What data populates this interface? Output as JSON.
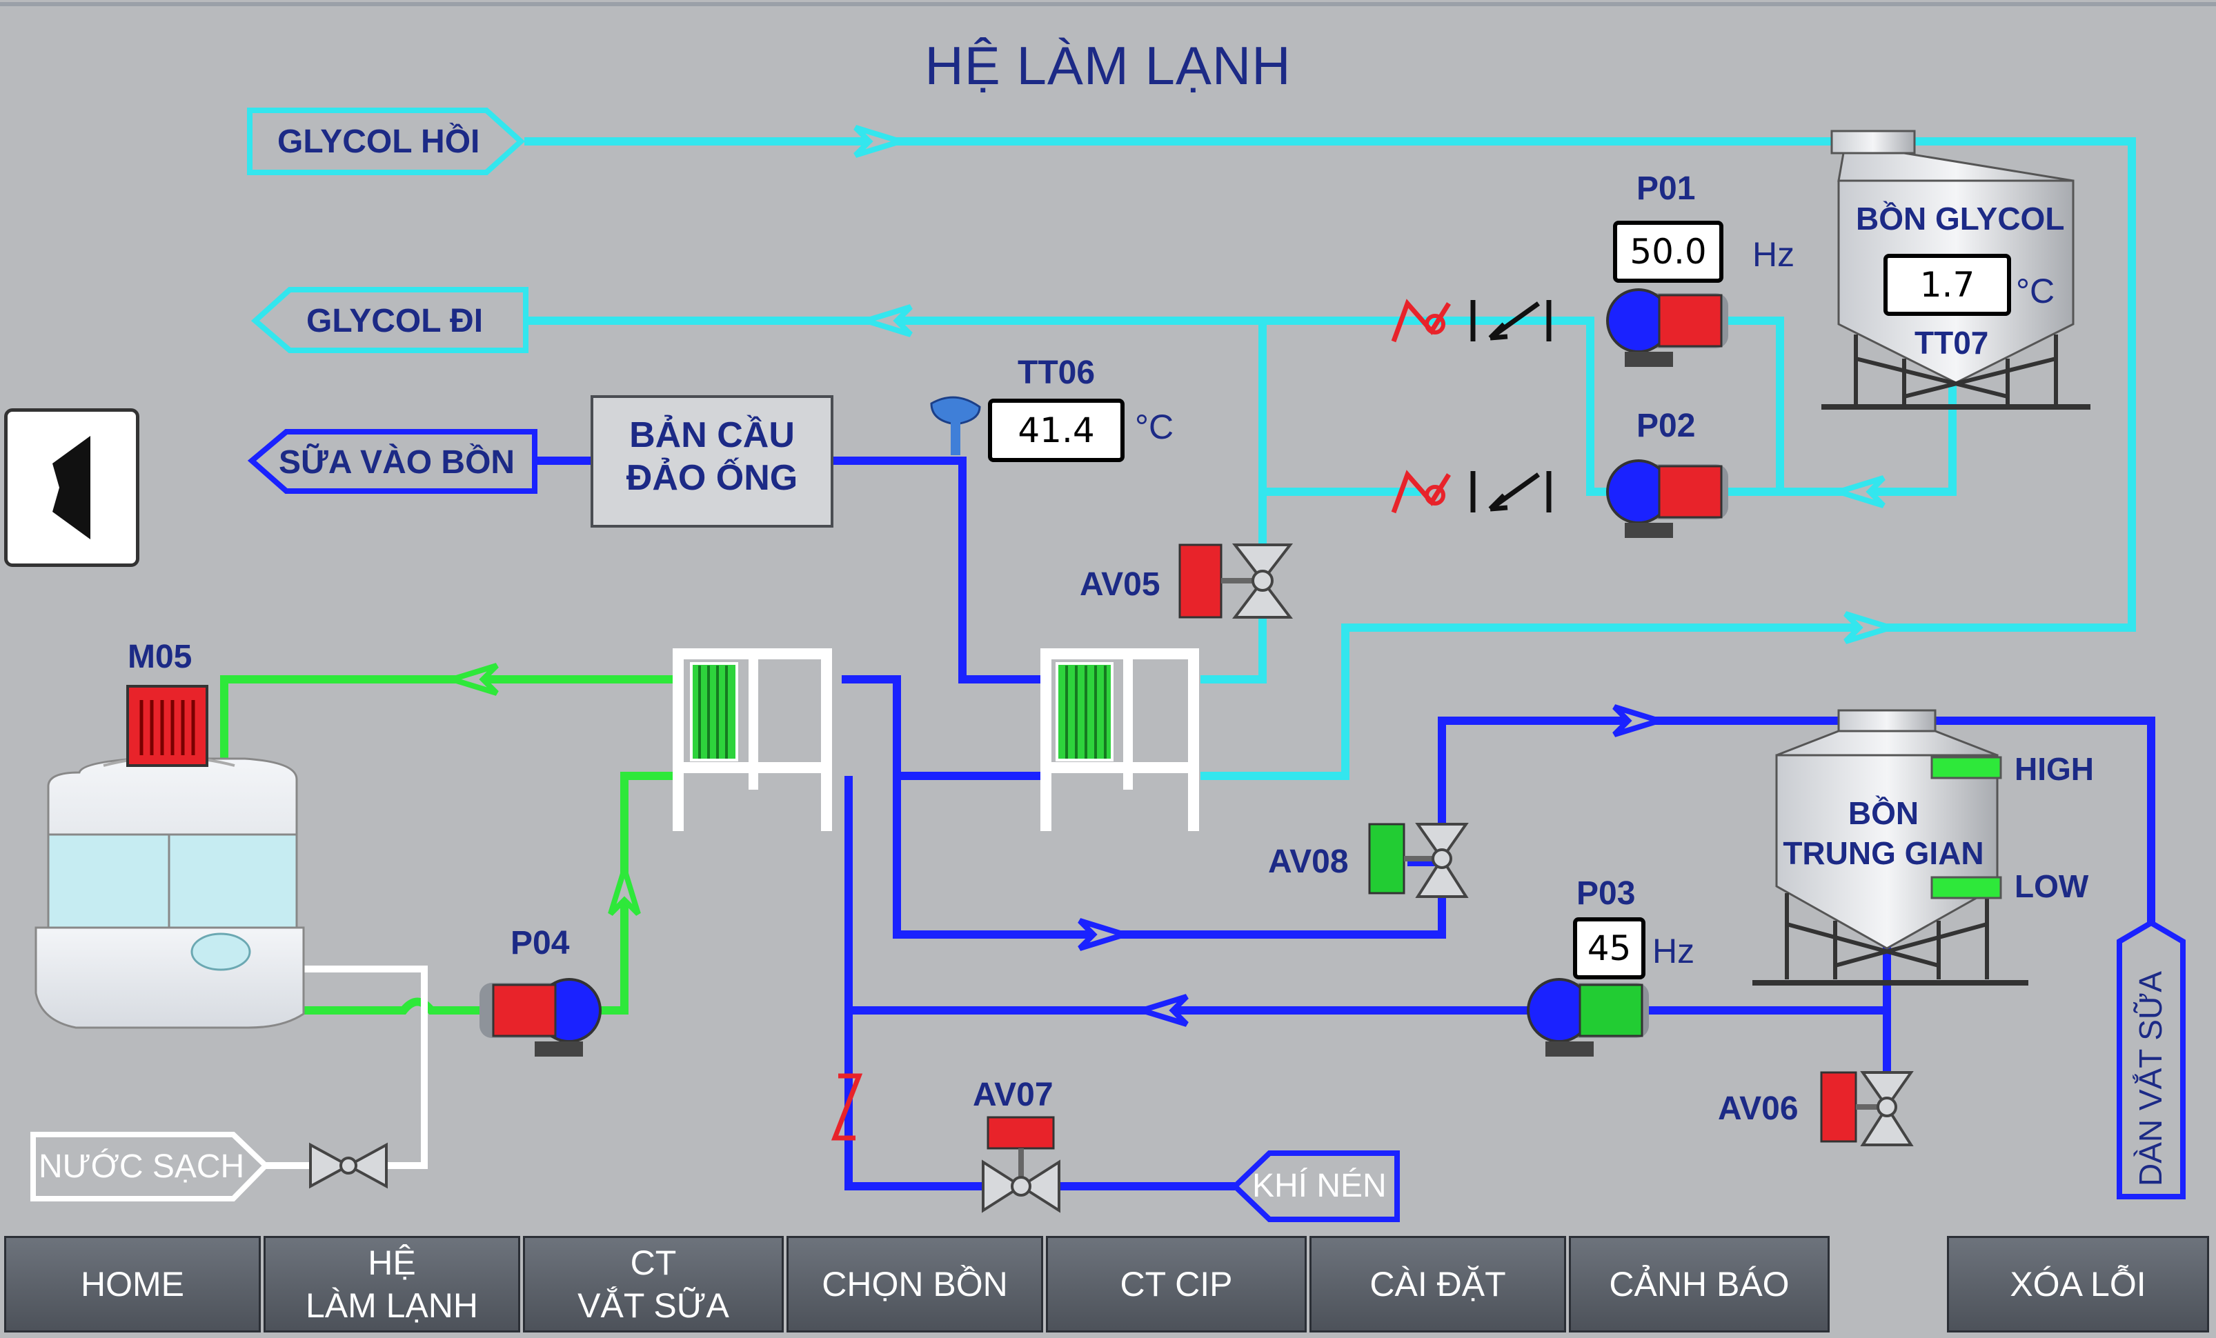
{
  "header": {
    "title": "HỆ LÀM LẠNH"
  },
  "flags": {
    "glycol_hoi": "GLYCOL HỒI",
    "glycol_di": "GLYCOL ĐI",
    "sua_vao_bon": "SỮA VÀO BỒN",
    "nuoc_sach": "NƯỚC SẠCH",
    "khi_nen": "KHÍ NÉN",
    "dan_vat_sua": "DÀN VẮT SỮA"
  },
  "heat_exchanger_box": {
    "line1": "BẢN CẦU",
    "line2": "ĐẢO ỐNG"
  },
  "tanks": {
    "glycol": {
      "label": "BỒN GLYCOL",
      "temp_value": "1.7",
      "temp_unit": "°C",
      "sensor": "TT07"
    },
    "trung_gian": {
      "line1": "BỒN",
      "line2": "TRUNG GIAN",
      "high": "HIGH",
      "low": "LOW"
    }
  },
  "pumps": {
    "p01": {
      "label": "P01",
      "value": "50.0",
      "unit": "Hz",
      "status_color": "#e8232a"
    },
    "p02": {
      "label": "P02",
      "status_color": "#e8232a"
    },
    "p03": {
      "label": "P03",
      "value": "45",
      "unit": "Hz",
      "status_color": "#22cc33"
    },
    "p04": {
      "label": "P04",
      "status_color": "#e8232a"
    }
  },
  "sensors": {
    "tt06": {
      "label": "TT06",
      "value": "41.4",
      "unit": "°C"
    }
  },
  "valves": {
    "av05": {
      "label": "AV05",
      "status_color": "#e8232a"
    },
    "av06": {
      "label": "AV06",
      "status_color": "#e8232a"
    },
    "av07": {
      "label": "AV07",
      "status_color": "#e8232a"
    },
    "av08": {
      "label": "AV08",
      "status_color": "#22cc33"
    }
  },
  "motor": {
    "label": "M05",
    "status_color": "#e8232a"
  },
  "nav": {
    "home": "HOME",
    "he_lam_lanh_1": "HỆ",
    "he_lam_lanh_2": "LÀM LẠNH",
    "ct_vat_sua_1": "CT",
    "ct_vat_sua_2": "VẮT SỮA",
    "chon_bon": "CHỌN BỒN",
    "ct_cip": "CT CIP",
    "cai_dat": "CÀI ĐẶT",
    "canh_bao": "CẢNH BÁO",
    "xoa_loi": "XÓA LỖI"
  },
  "colors": {
    "glycol_line": "#33e6ee",
    "milk_line": "#1a22ff",
    "water_line": "#2ee83a",
    "text": "#1c2a86",
    "alarm_red": "#e8232a",
    "ok_green": "#22cc33"
  }
}
